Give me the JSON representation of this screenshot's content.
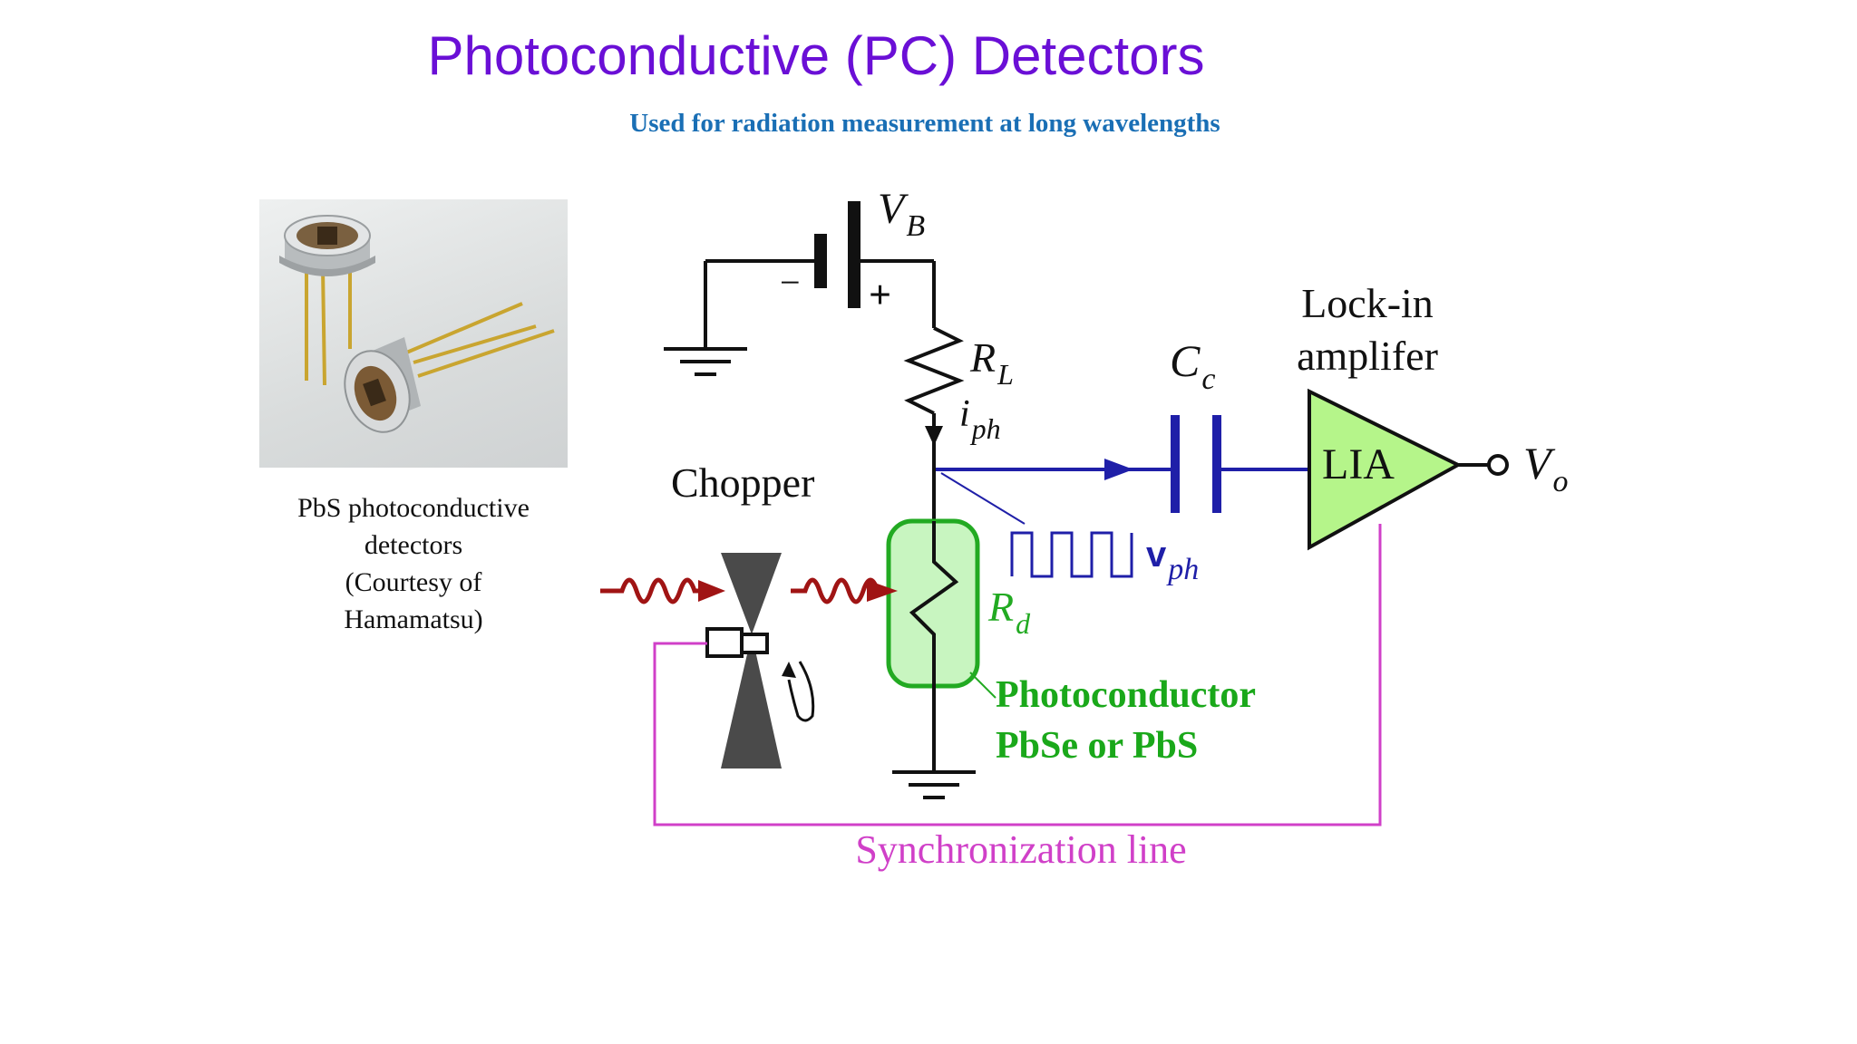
{
  "slide": {
    "title": "Photoconductive (PC) Detectors",
    "subtitle": "Used for radiation measurement at long wavelengths"
  },
  "photo": {
    "caption_lines": [
      "PbS photoconductive",
      "detectors",
      "(Courtesy of",
      "Hamamatsu)"
    ]
  },
  "circuit": {
    "vb_label": "V",
    "vb_sub": "B",
    "minus": "−",
    "plus": "+",
    "rl_label": "R",
    "rl_sub": "L",
    "iph_label": "i",
    "iph_sub": "ph",
    "cc_label": "C",
    "cc_sub": "c",
    "lockin_line1": "Lock-in",
    "lockin_line2": "amplifer",
    "lia_label": "LIA",
    "vo_label": "V",
    "vo_sub": "o",
    "chopper_label": "Chopper",
    "vph_label": "v",
    "vph_sub": "ph",
    "rd_label": "R",
    "rd_sub": "d",
    "photoconductor_line1": "Photoconductor",
    "photoconductor_line2": "PbSe or PbS",
    "sync_label": "Synchronization line"
  },
  "colors": {
    "title": "#6a0fd6",
    "subtitle": "#1a6fb5",
    "signal_line": "#1f1fa8",
    "amplifier_fill": "#b5f58a",
    "photoconductor": "#22aa22",
    "photoconductor_fill": "#c8f5c0",
    "sync_line": "#d040c8",
    "radiation": "#a01414",
    "chopper": "#4a4a4a"
  }
}
